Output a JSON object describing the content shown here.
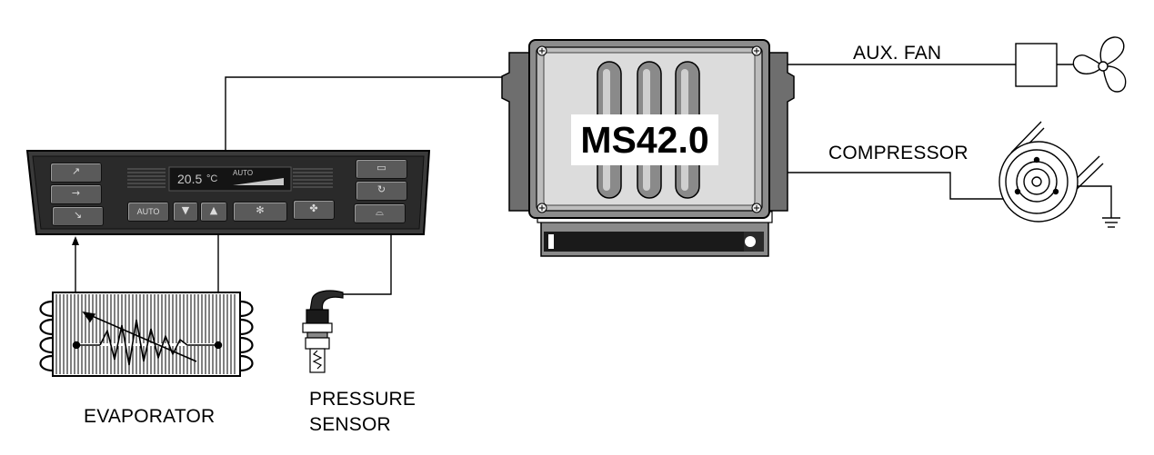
{
  "ecu": {
    "title": "MS42.0"
  },
  "labels": {
    "aux_fan": "AUX. FAN",
    "compressor": "COMPRESSOR",
    "evaporator": "EVAPORATOR",
    "pressure_sensor_line1": "PRESSURE",
    "pressure_sensor_line2": "SENSOR"
  },
  "climate_panel": {
    "temperature_readout": "20.5",
    "temperature_unit": "°C",
    "mode_readout": "AUTO",
    "auto_button": "AUTO",
    "icons": {
      "left_column": [
        "defrost-air-icon",
        "face-air-icon",
        "foot-air-icon"
      ],
      "right_column": [
        "rear-defrost-icon",
        "recirculation-icon",
        "windshield-heat-icon"
      ],
      "bottom_row": [
        "down-arrow-icon",
        "up-arrow-icon",
        "snowflake-icon",
        "fan-icon"
      ]
    }
  },
  "colors": {
    "line": "#000000",
    "ecu_body": "#d9d9d9",
    "ecu_frame": "#7a7a7a",
    "panel_face": "#2e2e2e",
    "panel_display": "#141414"
  }
}
